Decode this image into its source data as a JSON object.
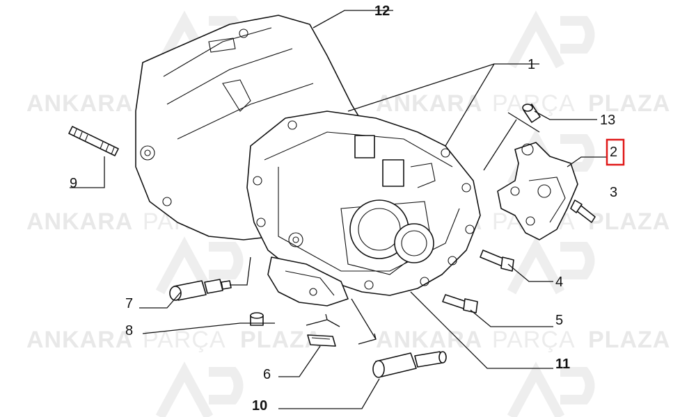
{
  "watermark": {
    "word_bold": "ANKARA",
    "word_light": "PARÇA",
    "word_bold_2": "PLAZA",
    "logo_text": "AP"
  },
  "callouts": [
    {
      "id": "12",
      "text": "12",
      "bold": true
    },
    {
      "id": "1",
      "text": "1",
      "bold": false
    },
    {
      "id": "13",
      "text": "13",
      "bold": false
    },
    {
      "id": "2",
      "text": "2",
      "bold": false,
      "highlighted": true
    },
    {
      "id": "3",
      "text": "3",
      "bold": false
    },
    {
      "id": "9",
      "text": "9",
      "bold": false
    },
    {
      "id": "4",
      "text": "4",
      "bold": false
    },
    {
      "id": "7",
      "text": "7",
      "bold": false
    },
    {
      "id": "5",
      "text": "5",
      "bold": false
    },
    {
      "id": "8",
      "text": "8",
      "bold": false
    },
    {
      "id": "11",
      "text": "11",
      "bold": true
    },
    {
      "id": "6",
      "text": "6",
      "bold": false
    },
    {
      "id": "10",
      "text": "10",
      "bold": true
    }
  ],
  "colors": {
    "highlight": "#e01818",
    "line": "#111111",
    "watermark": "#e8e8e8"
  }
}
